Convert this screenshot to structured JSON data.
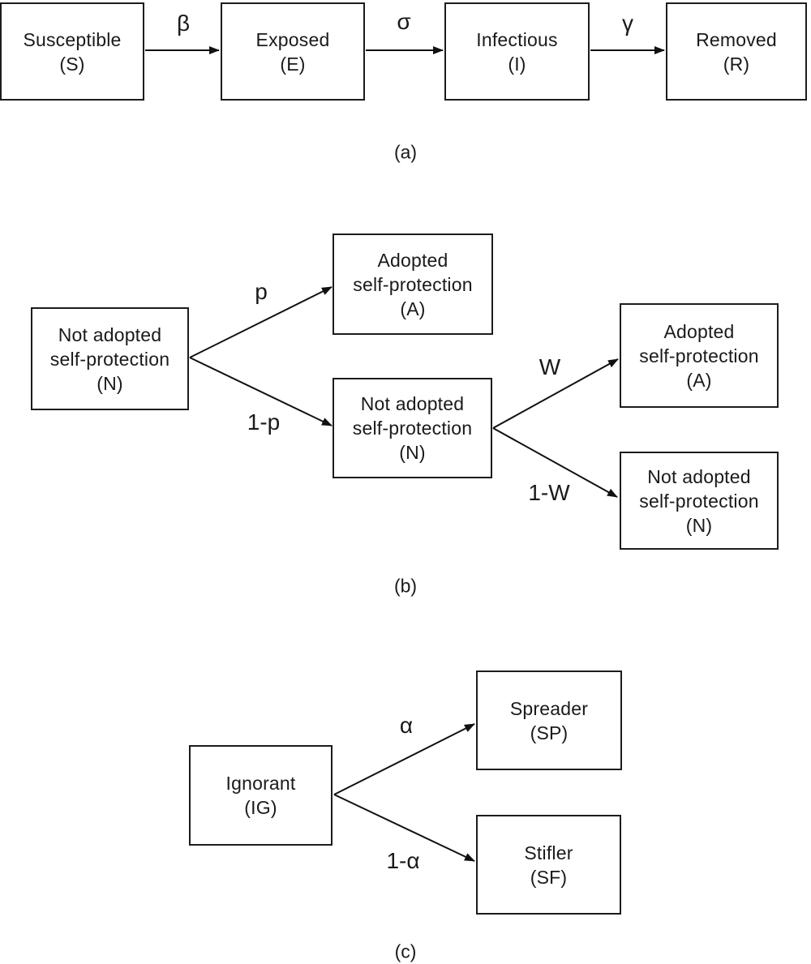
{
  "figure": {
    "panel_a": {
      "caption": "(a)",
      "nodes": {
        "susceptible": {
          "line1": "Susceptible",
          "line2": "(S)"
        },
        "exposed": {
          "line1": "Exposed",
          "line2": "(E)"
        },
        "infectious": {
          "line1": "Infectious",
          "line2": "(I)"
        },
        "removed": {
          "line1": "Removed",
          "line2": "(R)"
        }
      },
      "edges": {
        "beta": "β",
        "sigma": "σ",
        "gamma": "γ"
      }
    },
    "panel_b": {
      "caption": "(b)",
      "nodes": {
        "not_adopted_source": {
          "line1": "Not adopted",
          "line2": "self-protection",
          "line3": "(N)"
        },
        "adopted_first": {
          "line1": "Adopted",
          "line2": "self-protection",
          "line3": "(A)"
        },
        "not_adopted_mid": {
          "line1": "Not adopted",
          "line2": "self-protection",
          "line3": "(N)"
        },
        "adopted_second": {
          "line1": "Adopted",
          "line2": "self-protection",
          "line3": "(A)"
        },
        "not_adopted_final": {
          "line1": "Not adopted",
          "line2": "self-protection",
          "line3": "(N)"
        }
      },
      "edges": {
        "p": "p",
        "one_minus_p": "1-p",
        "w": "W",
        "one_minus_w": "1-W"
      }
    },
    "panel_c": {
      "caption": "(c)",
      "nodes": {
        "ignorant": {
          "line1": "Ignorant",
          "line2": "(IG)"
        },
        "spreader": {
          "line1": "Spreader",
          "line2": "(SP)"
        },
        "stifler": {
          "line1": "Stifler",
          "line2": "(SF)"
        }
      },
      "edges": {
        "alpha": "α",
        "one_minus_alpha": "1-α"
      }
    }
  }
}
